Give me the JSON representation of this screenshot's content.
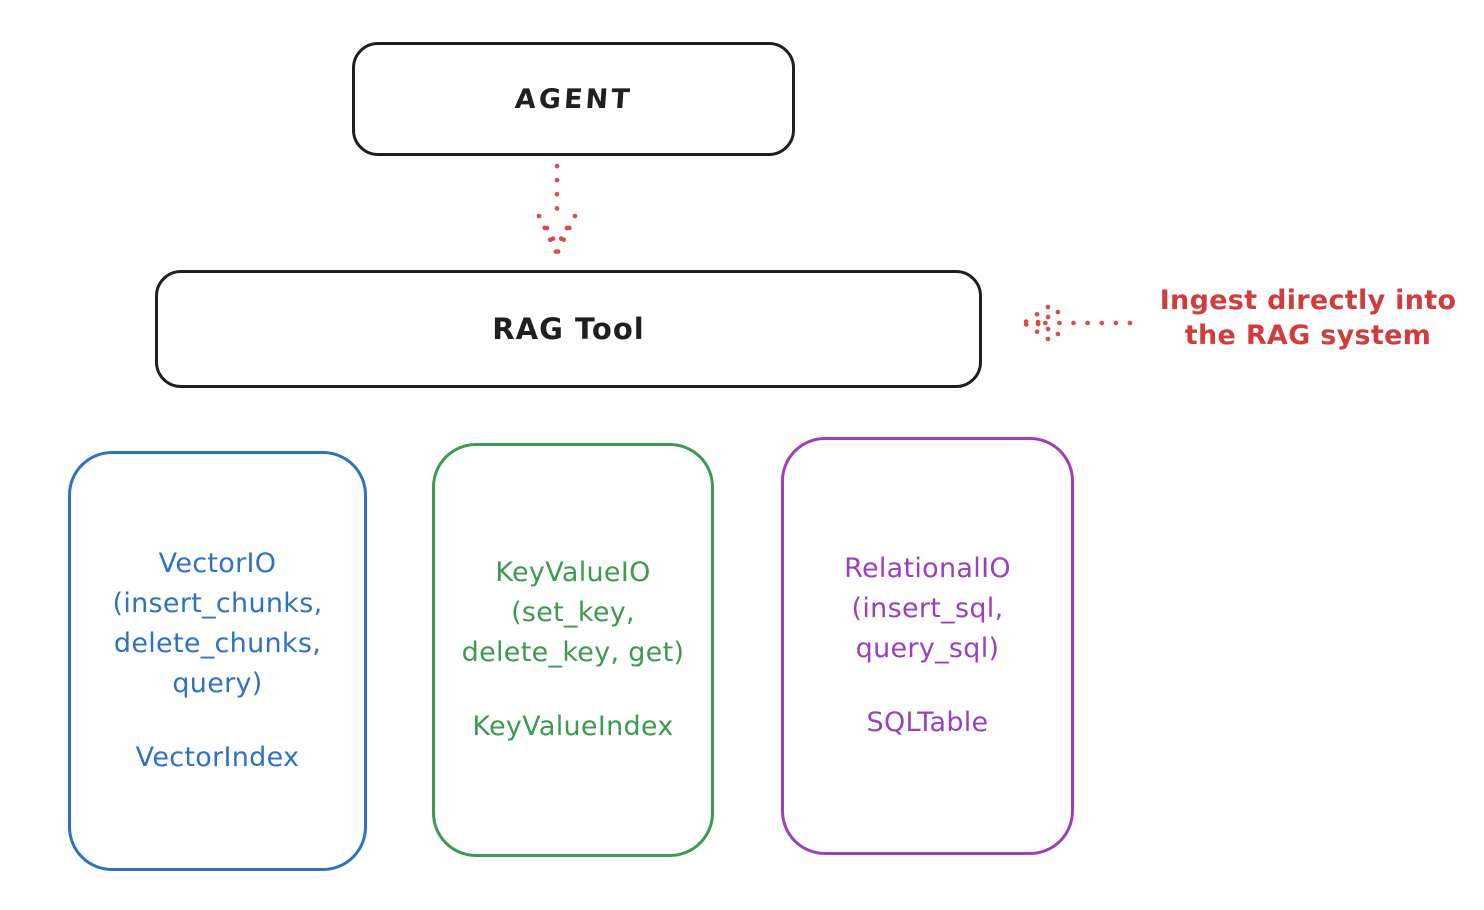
{
  "diagram": {
    "title_colors": {
      "black": "#1f1f1f",
      "red": "#cf3d3d",
      "blue": "#2d72c3",
      "green": "#3d9a50",
      "purple": "#9b3fbd"
    },
    "agent": {
      "label": "AGENT"
    },
    "rag_tool": {
      "label": "RAG Tool"
    },
    "connectors": {
      "agent_to_rag": "dotted-arrow-down-icon",
      "ingest_to_rag": "dotted-arrow-left-icon"
    },
    "annotation": {
      "lines": [
        "Ingest directly into",
        "the RAG system"
      ]
    },
    "backends": [
      {
        "id": "vector-io",
        "color": "#2d72c3",
        "lines": [
          "VectorIO",
          "(insert_chunks,",
          "delete_chunks,",
          "query)"
        ],
        "index_label": "VectorIndex"
      },
      {
        "id": "keyvalue-io",
        "color": "#3d9a50",
        "lines": [
          "KeyValueIO",
          "(set_key,",
          "delete_key, get)"
        ],
        "index_label": "KeyValueIndex"
      },
      {
        "id": "relational-io",
        "color": "#9b3fbd",
        "lines": [
          "RelationalIO",
          "(insert_sql,",
          "query_sql)"
        ],
        "index_label": "SQLTable"
      }
    ]
  }
}
